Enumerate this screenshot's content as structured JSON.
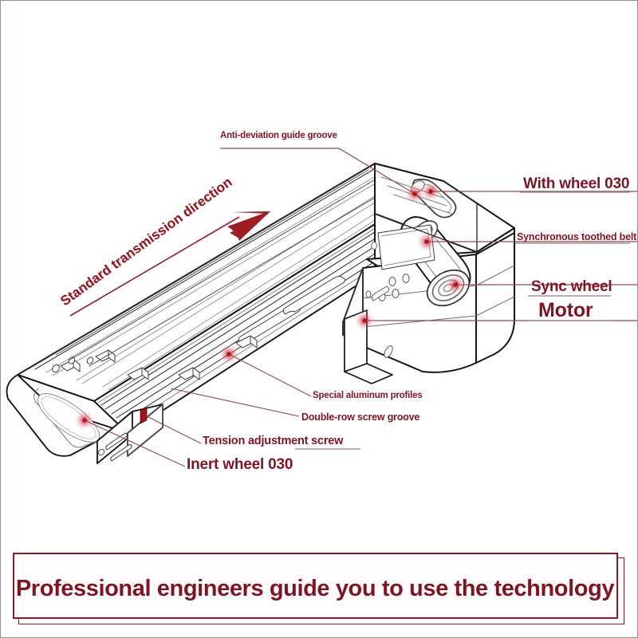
{
  "diagram": {
    "title_banner": "Professional engineers guide you to use the technology",
    "direction_arrow_label": "Standard transmission direction",
    "accent_color": "#7d1524",
    "leader_color": "#8b4a55",
    "line_color": "#1a1a1a",
    "marker_color": "#c21f2e",
    "callouts": [
      {
        "id": "anti-deviation-guide-groove",
        "label": "Anti-deviation guide groove"
      },
      {
        "id": "with-wheel-030",
        "label": "With wheel 030"
      },
      {
        "id": "synchronous-toothed-belt",
        "label": "Synchronous toothed belt"
      },
      {
        "id": "sync-wheel",
        "label": "Sync wheel"
      },
      {
        "id": "motor",
        "label": "Motor"
      },
      {
        "id": "special-aluminum-profiles",
        "label": "Special aluminum profiles"
      },
      {
        "id": "double-row-screw-groove",
        "label": "Double-row screw groove"
      },
      {
        "id": "tension-adjustment-screw",
        "label": "Tension adjustment screw"
      },
      {
        "id": "inert-wheel-030",
        "label": "Inert wheel 030"
      }
    ]
  }
}
